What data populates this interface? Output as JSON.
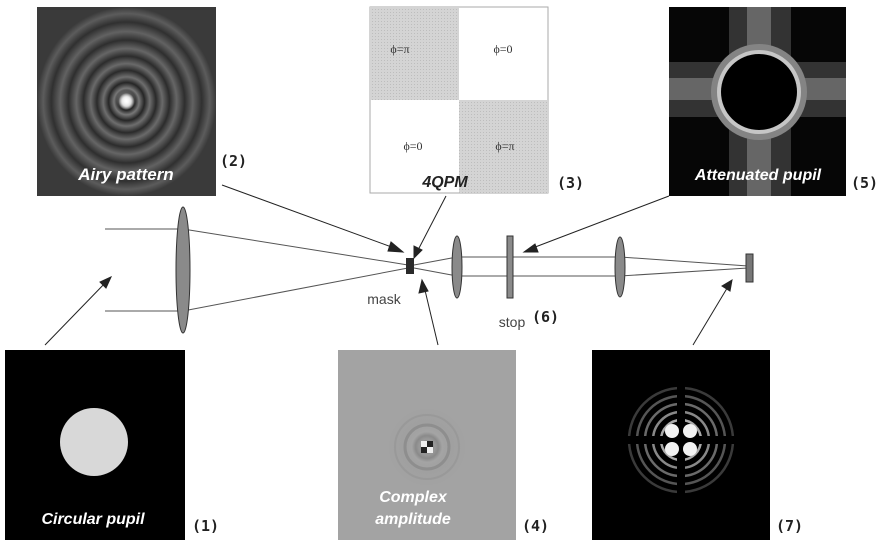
{
  "panels": {
    "airy": {
      "caption": "Airy pattern",
      "number": "(2)"
    },
    "fqpm": {
      "caption": "4QPM",
      "number": "(3)",
      "quadrants": {
        "top_left": "ϕ=π",
        "top_right": "ϕ=0",
        "bottom_left": "ϕ=0",
        "bottom_right": "ϕ=π"
      }
    },
    "attenuated": {
      "caption": "Attenuated pupil",
      "number": "(5)"
    },
    "circular": {
      "caption": "Circular pupil",
      "number": "(1)"
    },
    "complex": {
      "caption_line1": "Complex",
      "caption_line2": "amplitude",
      "number": "(4)"
    },
    "final": {
      "number": "(7)"
    }
  },
  "optics": {
    "mask_label": "mask",
    "stop_label": "stop",
    "stop_number": "(6)"
  },
  "colors": {
    "lens_fill": "#8a8a8a",
    "line": "#555555",
    "checker_grey": "#d8d8d8"
  }
}
